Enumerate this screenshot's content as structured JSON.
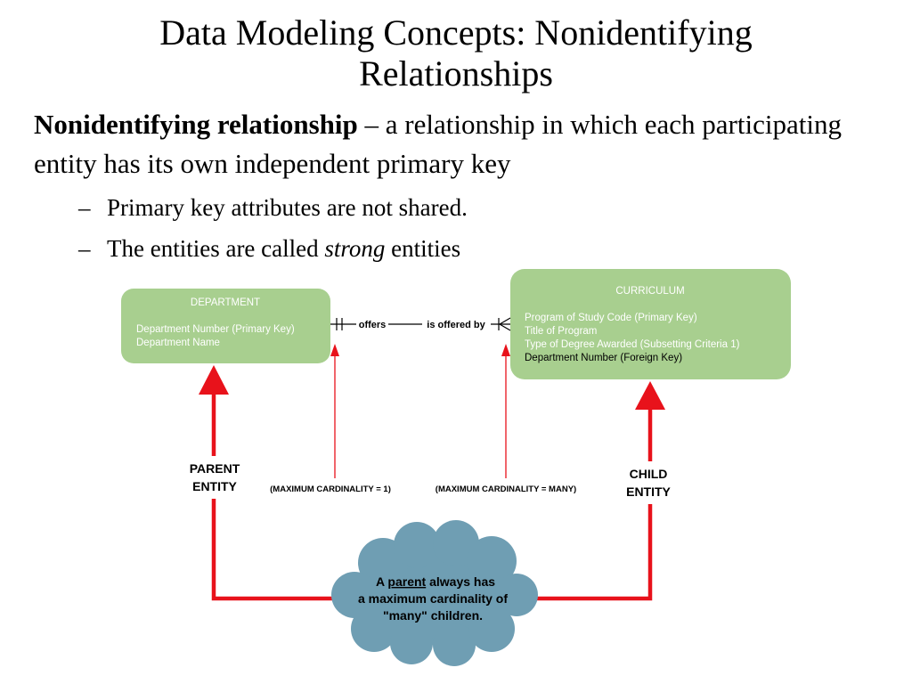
{
  "title": {
    "line1": "Data Modeling Concepts: Nonidentifying",
    "line2": "Relationships"
  },
  "definition": {
    "term": "Nonidentifying relationship",
    "text": " – a relationship in which each participating entity has its own independent primary key"
  },
  "bullets": [
    {
      "dash": "–",
      "text": "Primary key attributes are not shared."
    },
    {
      "dash": "–",
      "pre": "The entities are called ",
      "em": "strong",
      "post": " entities"
    }
  ],
  "department": {
    "header": "DEPARTMENT",
    "attributes": [
      "Department Number (Primary Key)",
      "Department Name"
    ]
  },
  "curriculum": {
    "header": "CURRICULUM",
    "attributes": [
      "Program of Study Code (Primary Key)",
      "Title of Program",
      "Type of Degree Awarded (Subsetting Criteria 1)"
    ],
    "foreign_key": "Department Number (Foreign Key)"
  },
  "relationship": {
    "verb": "offers",
    "inverse_verb": "is offered by"
  },
  "labels": {
    "parent_line1": "PARENT",
    "parent_line2": "ENTITY",
    "child_line1": "CHILD",
    "child_line2": "ENTITY",
    "card_max_1": "(MAXIMUM CARDINALITY = 1)",
    "card_max_many": "(MAXIMUM CARDINALITY = MANY)"
  },
  "cloud": {
    "line1_pre": "A ",
    "line1_underlined": "parent",
    "line1_post": " always has",
    "line2": "a maximum cardinality of",
    "line3": "\"many\" children."
  },
  "colors": {
    "entity_fill": "#a8cf8f",
    "arrow_red": "#e8121b",
    "cloud_fill": "#6f9eb3"
  }
}
